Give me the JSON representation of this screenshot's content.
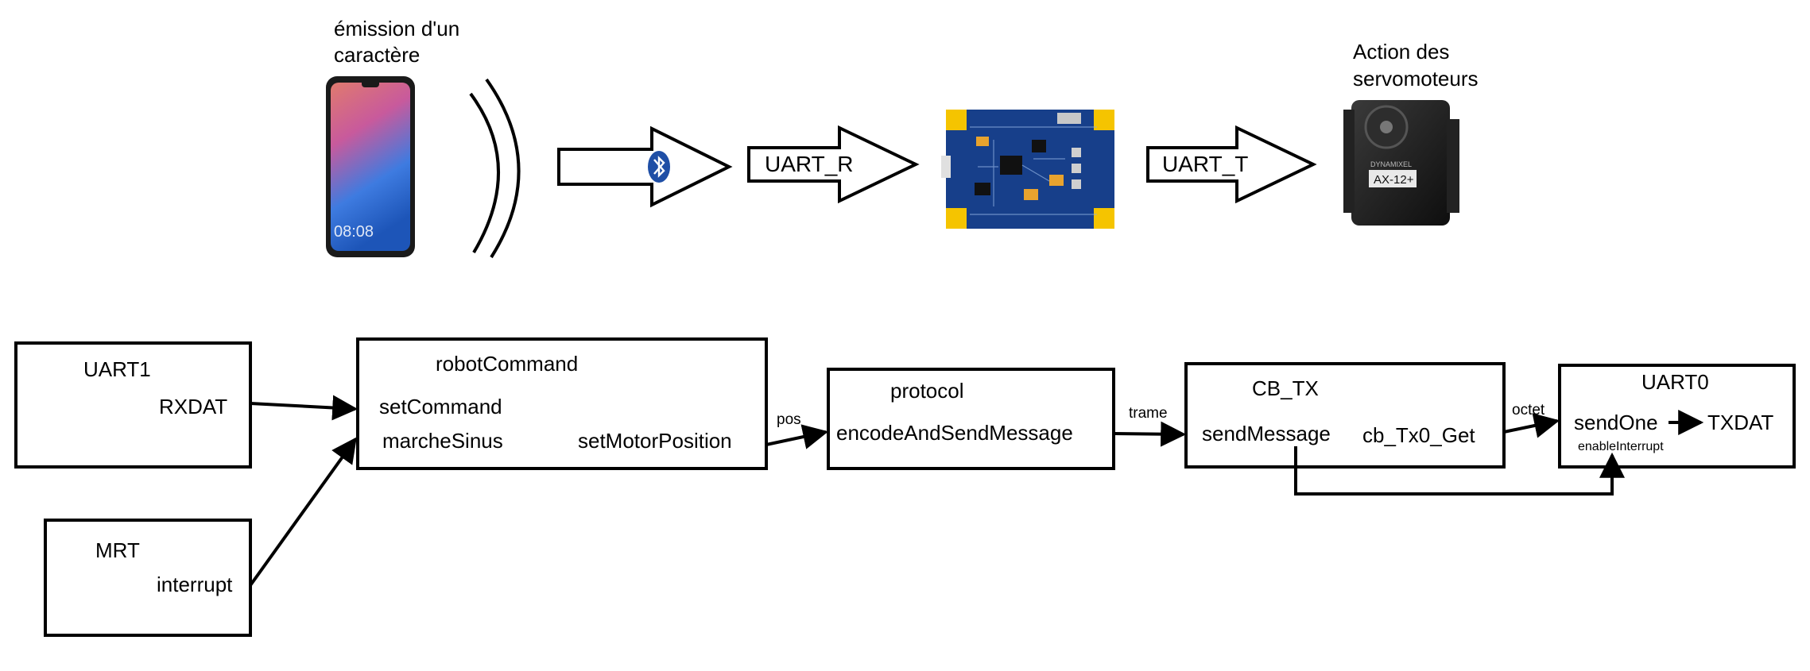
{
  "top": {
    "phone_caption": [
      "émission d'un",
      "caractère"
    ],
    "servo_caption": [
      "Action des",
      "servomoteurs"
    ],
    "phone_clock": "08:08",
    "servo_label": "AX-12+",
    "servo_brand": "DYNAMIXEL",
    "arrows": {
      "bluetooth": "",
      "uart_r": "UART_R",
      "uart_t": "UART_T"
    }
  },
  "blocks": {
    "uart1": {
      "title": "UART1",
      "items": [
        "RXDAT"
      ]
    },
    "mrt": {
      "title": "MRT",
      "items": [
        "interrupt"
      ]
    },
    "robot_command": {
      "title": "robotCommand",
      "items": [
        "setCommand",
        "marcheSinus",
        "setMotorPosition"
      ]
    },
    "protocol": {
      "title": "protocol",
      "items": [
        "encodeAndSendMessage"
      ]
    },
    "cb_tx": {
      "title": "CB_TX",
      "items": [
        "sendMessage",
        "cb_Tx0_Get"
      ]
    },
    "uart0": {
      "title": "UART0",
      "items": [
        "sendOne",
        "TXDAT",
        "enableInterrupt"
      ]
    }
  },
  "edges": {
    "pos": "pos",
    "trame": "trame",
    "octet": "octet"
  },
  "colors": {
    "line": "#000000",
    "bluetooth": "#1f4fa6",
    "pcb": "#173f8a",
    "pcb_corner": "#f5c400",
    "phone_screen_top": "#d45a7e",
    "phone_screen_bottom": "#2b6fd8",
    "servo": "#1b1b1b"
  }
}
